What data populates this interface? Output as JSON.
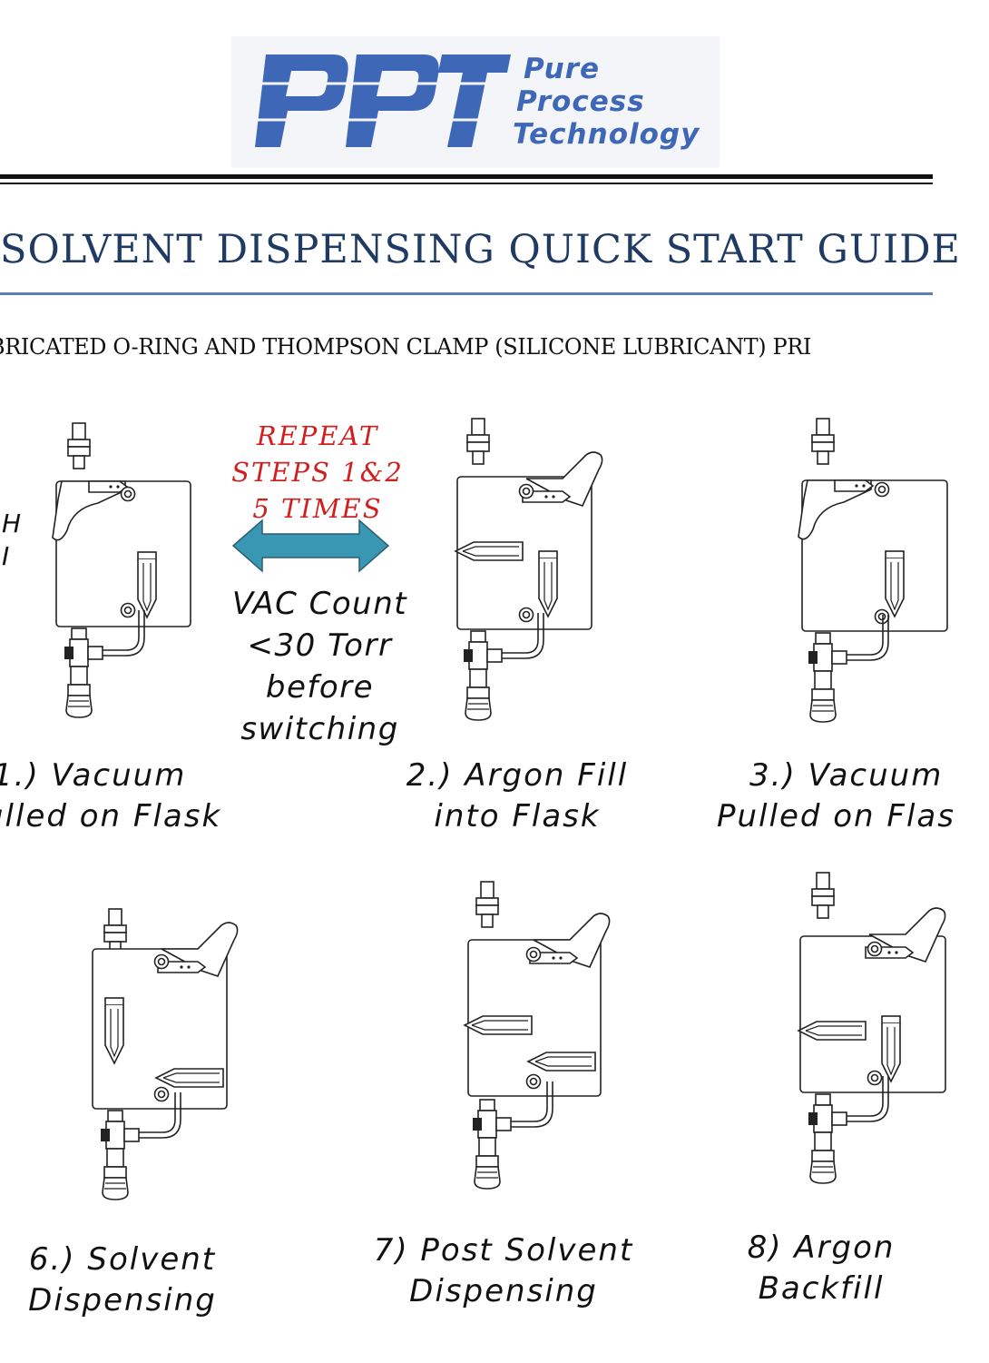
{
  "header": {
    "logo_text": "PPT",
    "company_lines": [
      "Pure",
      "Process",
      "Technology"
    ]
  },
  "title": "SOLVENT DISPENSING QUICK START GUIDE",
  "instruction": "BRICATED O-RING AND THOMPSON CLAMP (SILICONE LUBRICANT) PRI",
  "left_fragments": [
    "H",
    "I"
  ],
  "repeat_note": [
    "REPEAT",
    "STEPS 1&2",
    "5 TIMES"
  ],
  "vac_note": [
    "VAC Count",
    "<30 Torr",
    "before",
    "switching"
  ],
  "steps": [
    {
      "caption": [
        "1.) Vacuum",
        "ulled on Flask"
      ]
    },
    {
      "caption": [
        "2.) Argon Fill",
        "into Flask"
      ]
    },
    {
      "caption": [
        "3.) Vacuum",
        "Pulled on Flas"
      ]
    },
    {
      "caption": [
        "6.) Solvent",
        "Dispensing"
      ]
    },
    {
      "caption": [
        "7) Post Solvent",
        "Dispensing"
      ]
    },
    {
      "caption": [
        "8) Argon",
        "Backfill"
      ]
    }
  ],
  "colors": {
    "brand_blue": "#3f67b8",
    "title_navy": "#1f3b63",
    "rule_blue": "#5b7fb4",
    "repeat_red": "#d11f1f",
    "arrow_teal": "#3a97b4"
  }
}
